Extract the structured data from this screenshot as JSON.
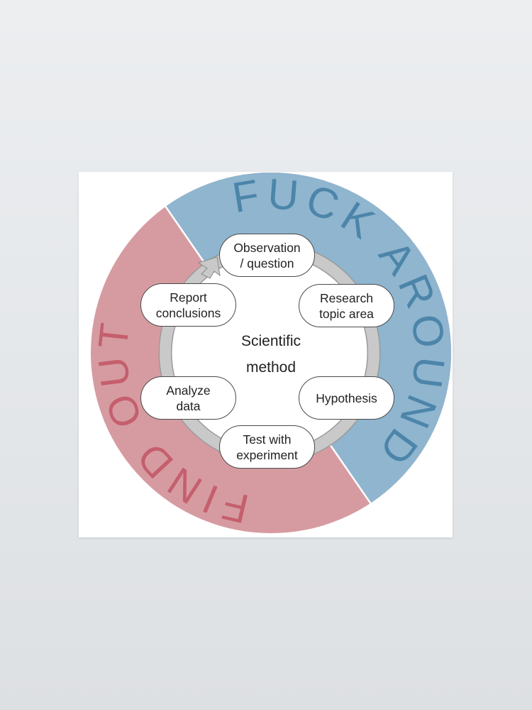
{
  "diagram": {
    "outer_labels": {
      "top_right": "FUCK AROUND",
      "bottom_left": "FIND OUT"
    },
    "center": {
      "line1": "Scientific",
      "line2": "method"
    },
    "nodes": [
      {
        "line1": "Observation",
        "line2": "/ question"
      },
      {
        "line1": "Research",
        "line2": "topic area"
      },
      {
        "line1": "Hypothesis",
        "line2": ""
      },
      {
        "line1": "Test with",
        "line2": "experiment"
      },
      {
        "line1": "Analyze",
        "line2": "data"
      },
      {
        "line1": "Report",
        "line2": "conclusions"
      }
    ]
  },
  "colors": {
    "blue": "#8fb5cf",
    "blue_text": "#4c85a9",
    "pink": "#d69ba1",
    "pink_text": "#c55f6d",
    "ring": "#c9c9c9"
  }
}
